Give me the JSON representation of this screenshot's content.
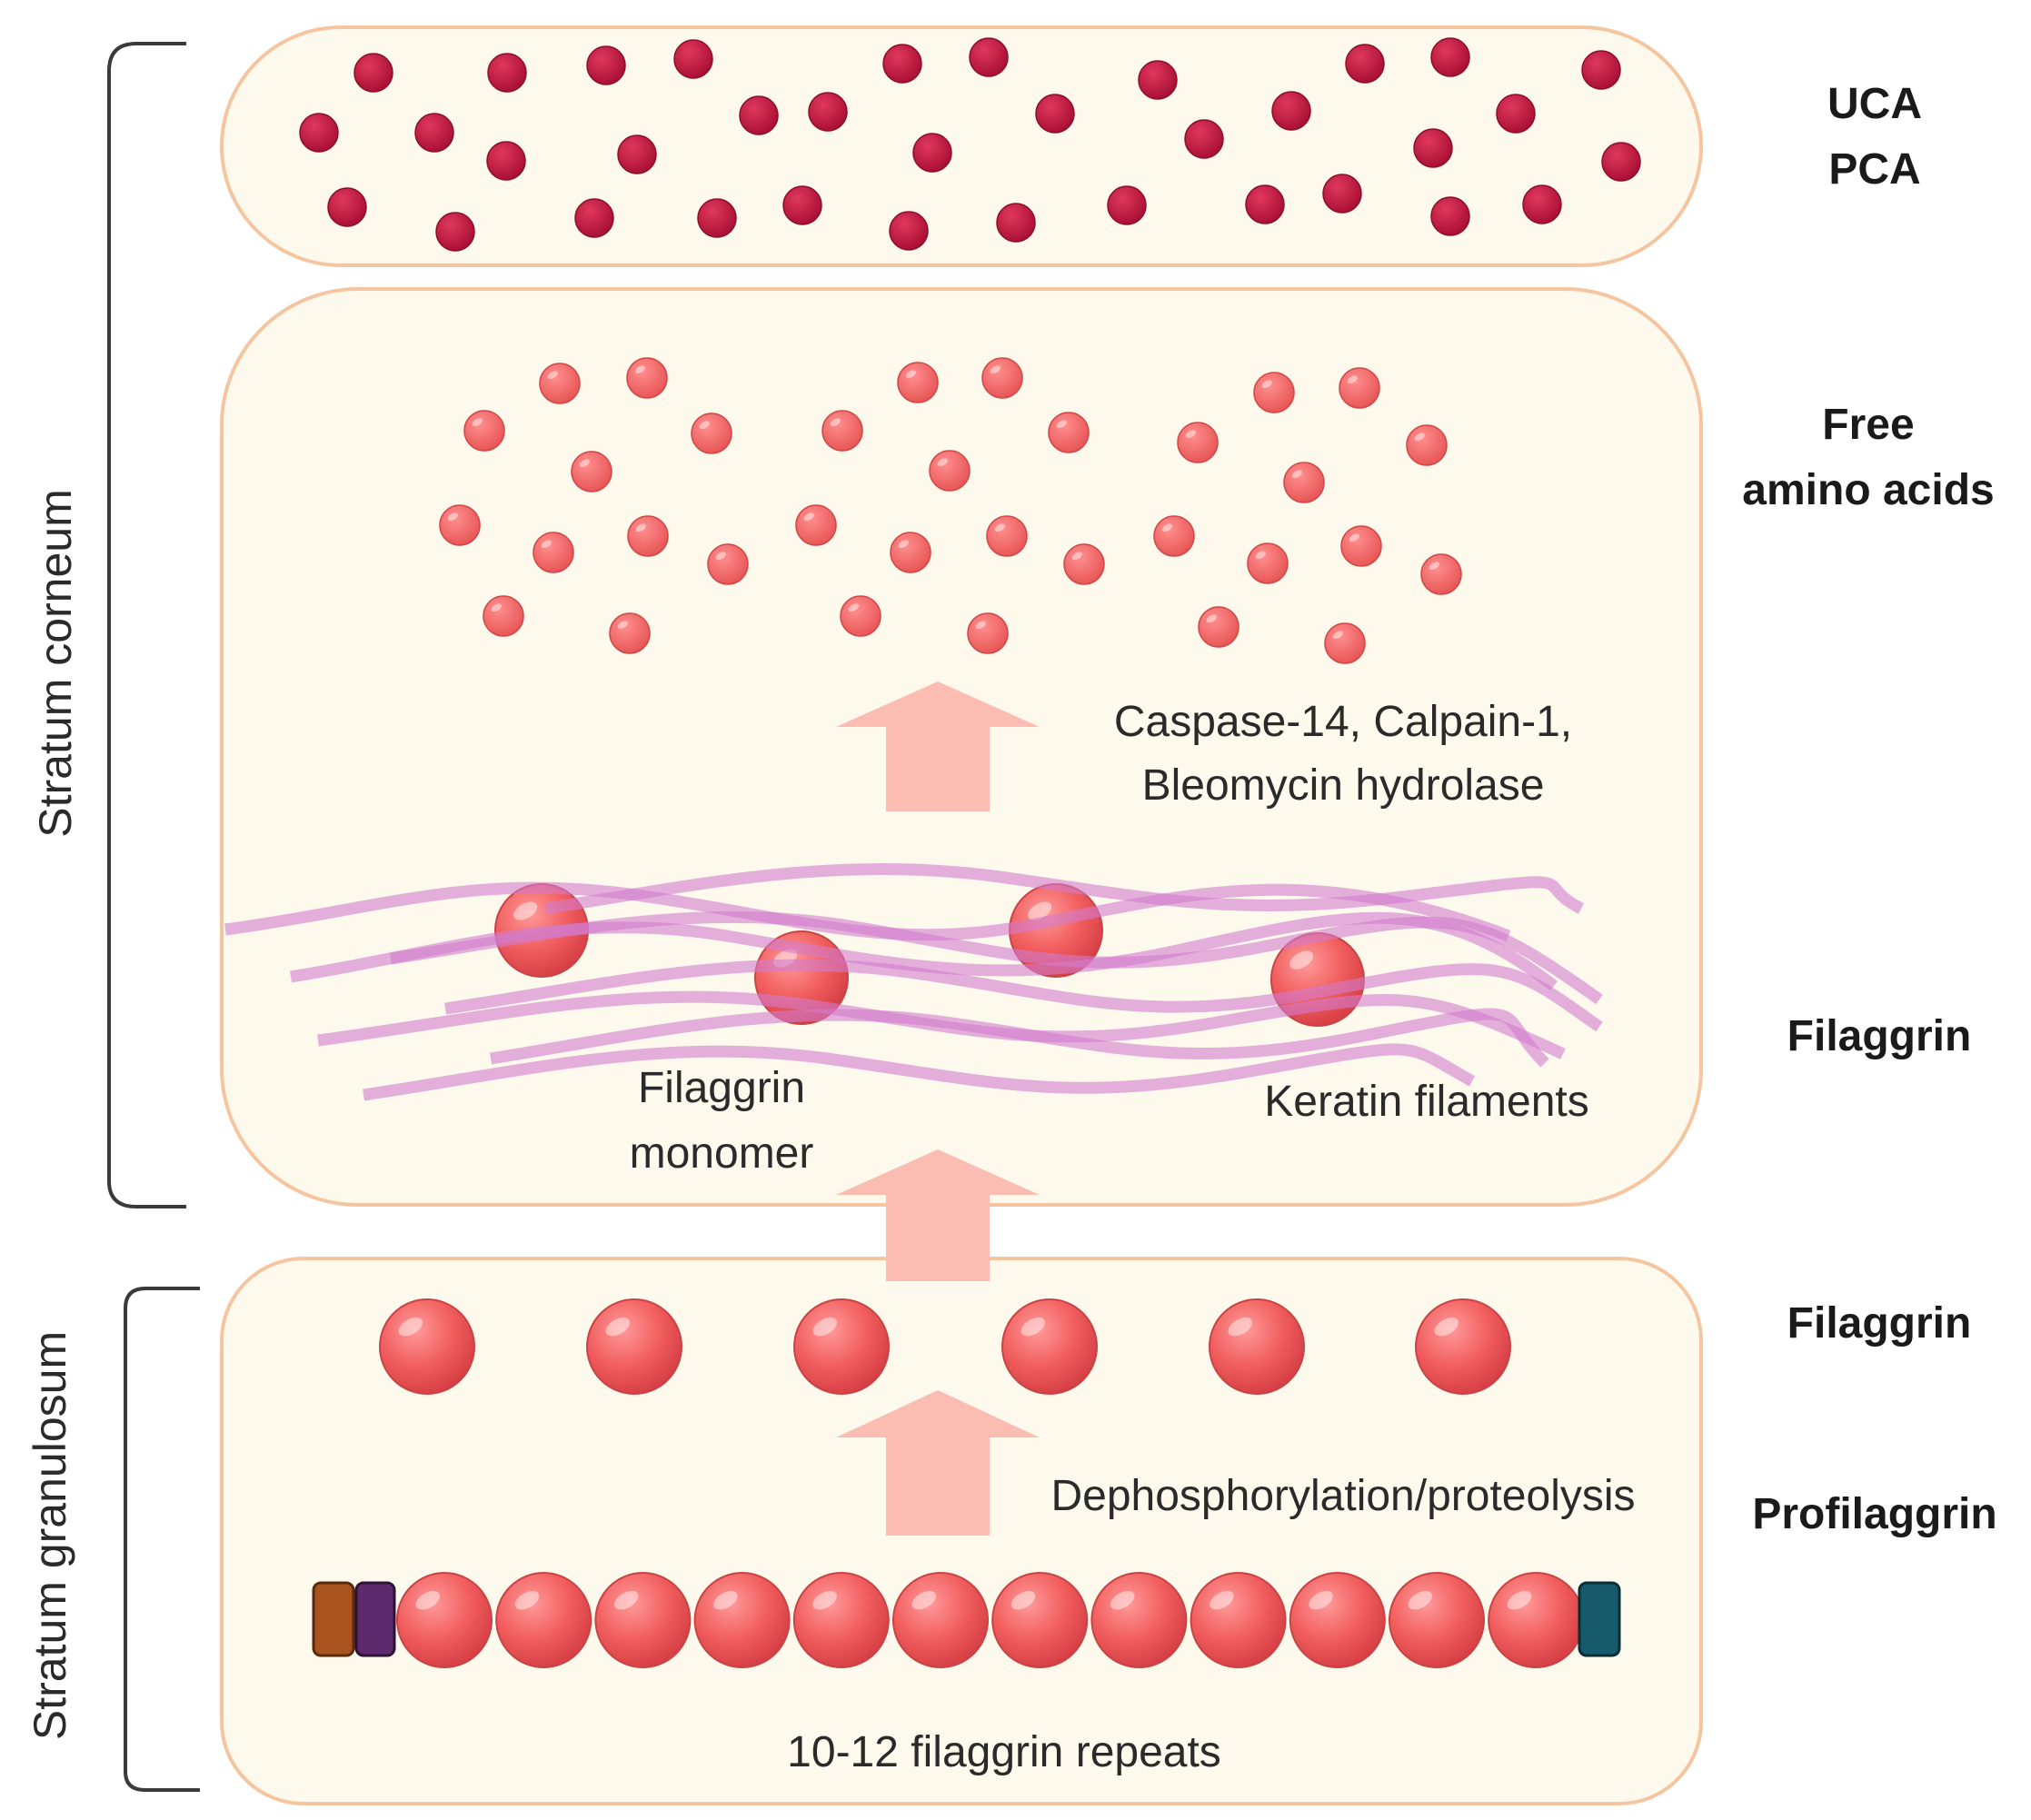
{
  "labels": {
    "uca": "UCA",
    "pca": "PCA",
    "free_amino_acids_line1": "Free",
    "free_amino_acids_line2": "amino acids",
    "enzymes_line1": "Caspase-14, Calpain-1,",
    "enzymes_line2": "Bleomycin hydrolase",
    "filaggrin_upper": "Filaggrin",
    "filaggrin_monomer_line1": "Filaggrin",
    "filaggrin_monomer_line2": "monomer",
    "keratin_filaments": "Keratin filaments",
    "filaggrin_lower": "Filaggrin",
    "dephosphorylation": "Dephosphorylation/proteolysis",
    "profilaggrin": "Profilaggrin",
    "repeats": "10-12 filaggrin repeats",
    "stratum_corneum": "Stratum corneum",
    "stratum_granulosum": "Stratum granulosum"
  },
  "colors": {
    "panel_fill": "#fdf9ec",
    "panel_stroke": "#f5c5a0",
    "dark_dot": "#c2173f",
    "amino_dot": "#f06868",
    "filaggrin_ball": "#f25f5f",
    "keratin": "#d27bcf",
    "arrow": "#fbbcb2",
    "cap_orange": "#a9531f",
    "cap_purple": "#5e2a6e",
    "cap_teal": "#175a6b",
    "bracket": "#3a3a3a"
  }
}
